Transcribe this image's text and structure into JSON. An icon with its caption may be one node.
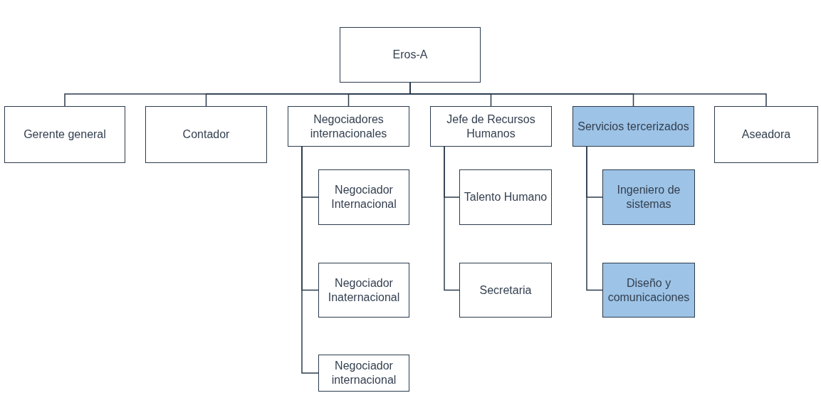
{
  "diagram": {
    "nodes": [
      {
        "text": [
          "Eros-A"
        ]
      },
      {
        "text": [
          "Gerente general"
        ]
      },
      {
        "text": [
          "Contador"
        ]
      },
      {
        "text": [
          "Negociadores internacionales"
        ]
      },
      {
        "text": [
          "Jefe de Recursos Humanos"
        ]
      },
      {
        "text": [
          "Servicios tercerizados"
        ]
      },
      {
        "text": [
          "Aseadora"
        ]
      },
      {
        "text": [
          "Negociador Internacional"
        ]
      },
      {
        "text": [
          "Negociador Inaternacional"
        ]
      },
      {
        "text": [
          "Negociador internacional"
        ]
      },
      {
        "text": [
          "Talento Humano"
        ]
      },
      {
        "text": [
          "Secretaria"
        ]
      },
      {
        "text": [
          "Ingeniero de sistemas"
        ]
      },
      {
        "text": [
          "Diseño y comunicaciones"
        ]
      }
    ],
    "edges": [
      {
        "from": 0,
        "to": 1,
        "arrow": "none"
      },
      {
        "from": 0,
        "to": 2,
        "arrow": "none"
      },
      {
        "from": 0,
        "to": 3,
        "arrow": "none"
      },
      {
        "from": 0,
        "to": 4,
        "arrow": "none"
      },
      {
        "from": 0,
        "to": 5,
        "arrow": "none"
      },
      {
        "from": 0,
        "to": 6,
        "arrow": "none"
      },
      {
        "from": 3,
        "to": 7,
        "arrow": "none"
      },
      {
        "from": 3,
        "to": 8,
        "arrow": "none"
      },
      {
        "from": 3,
        "to": 9,
        "arrow": "none"
      },
      {
        "from": 4,
        "to": 10,
        "arrow": "none"
      },
      {
        "from": 4,
        "to": 11,
        "arrow": "none"
      },
      {
        "from": 5,
        "to": 12,
        "arrow": "none"
      },
      {
        "from": 5,
        "to": 13,
        "arrow": "none"
      }
    ]
  }
}
